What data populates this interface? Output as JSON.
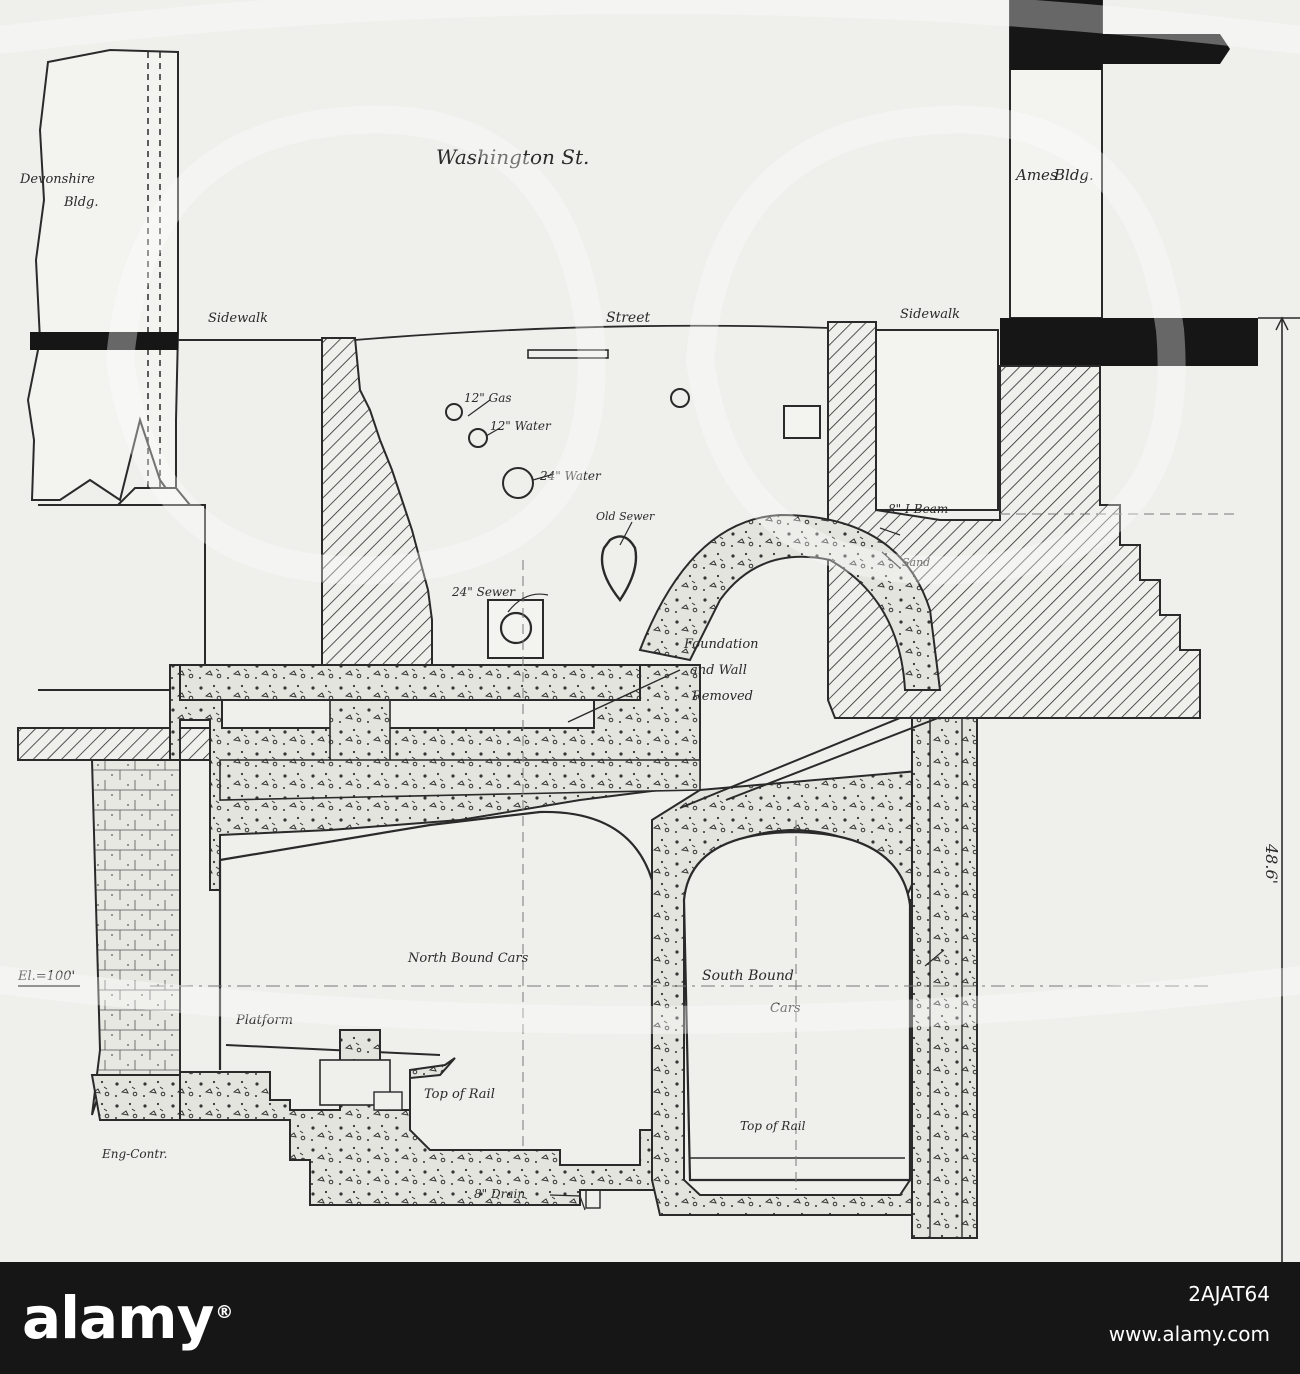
{
  "labels": {
    "devonshire": "Devonshire",
    "bldg_left": "Bldg.",
    "washington": "Washington  St.",
    "ames": "Ames",
    "bldg_right": "Bldg.",
    "sidewalk_left": "Sidewalk",
    "street": "Street",
    "sidewalk_right": "Sidewalk",
    "gas": "12\" Gas",
    "water12": "12\" Water",
    "water24": "24\" Water",
    "old_sewer": "Old Sewer",
    "sewer24": "24\" Sewer",
    "ibeam": "8\" I-Beam",
    "sand": "Sand",
    "found1": "Foundation",
    "found2": "and Wall",
    "found3": "Removed",
    "north": "North Bound Cars",
    "south1": "South  Bound",
    "south2": "Cars",
    "elev": "El.=100'",
    "platform": "Platform",
    "rail_left": "Top of Rail",
    "rail_right": "Top of Rail",
    "drain": "8\" Drain",
    "credit": "Eng-Contr.",
    "dimension": "48.6'"
  },
  "banner": {
    "brand": "alamy",
    "reg": "®",
    "code": "2AJAT64",
    "url": "www.alamy.com"
  },
  "colors": {
    "ink": "#2a2a2a",
    "paper": "#efefec",
    "banner": "#161616"
  }
}
